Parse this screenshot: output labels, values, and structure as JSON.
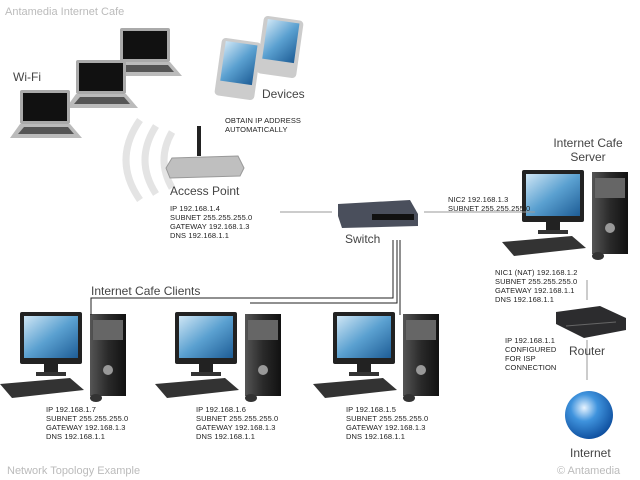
{
  "header": {
    "title": "Antamedia Internet Cafe"
  },
  "footer": {
    "caption": "Network Topology Example",
    "copyright": "© Antamedia"
  },
  "wifi": {
    "label": "Wi-Fi"
  },
  "devices": {
    "label": "Devices",
    "note": [
      "OBTAIN IP ADDRESS",
      "AUTOMATICALLY"
    ]
  },
  "access_point": {
    "label": "Access Point",
    "config": [
      "IP  192.168.1.4",
      "SUBNET 255.255.255.0",
      "GATEWAY  192.168.1.3",
      "DNS  192.168.1.1"
    ]
  },
  "switch": {
    "label": "Switch"
  },
  "server": {
    "label": [
      "Internet Cafe",
      "Server"
    ],
    "nic2": [
      "NIC2  192.168.1.3",
      "SUBNET 255.255.255.0"
    ],
    "nic1": [
      "NIC1 (NAT)  192.168.1.2",
      "SUBNET 255.255.255.0",
      "GATEWAY  192.168.1.1",
      "DNS  192.168.1.1"
    ]
  },
  "router": {
    "label": "Router",
    "config": [
      "IP 192.168.1.1",
      "CONFIGURED",
      "FOR ISP",
      "CONNECTION"
    ]
  },
  "internet": {
    "label": "Internet"
  },
  "clients": {
    "label": "Internet Cafe Clients",
    "items": [
      {
        "config": [
          "IP  192.168.1.7",
          "SUBNET 255.255.255.0",
          "GATEWAY  192.168.1.3",
          "DNS  192.168.1.1"
        ]
      },
      {
        "config": [
          "IP  192.168.1.6",
          "SUBNET 255.255.255.0",
          "GATEWAY  192.168.1.3",
          "DNS  192.168.1.1"
        ]
      },
      {
        "config": [
          "IP  192.168.1.5",
          "SUBNET 255.255.255.0",
          "GATEWAY  192.168.1.3",
          "DNS  192.168.1.1"
        ]
      }
    ]
  },
  "colors": {
    "line_dark": "#222222",
    "line_gray": "#999999",
    "screen_blue": "#4a90c8",
    "device_gray": "#888888"
  }
}
